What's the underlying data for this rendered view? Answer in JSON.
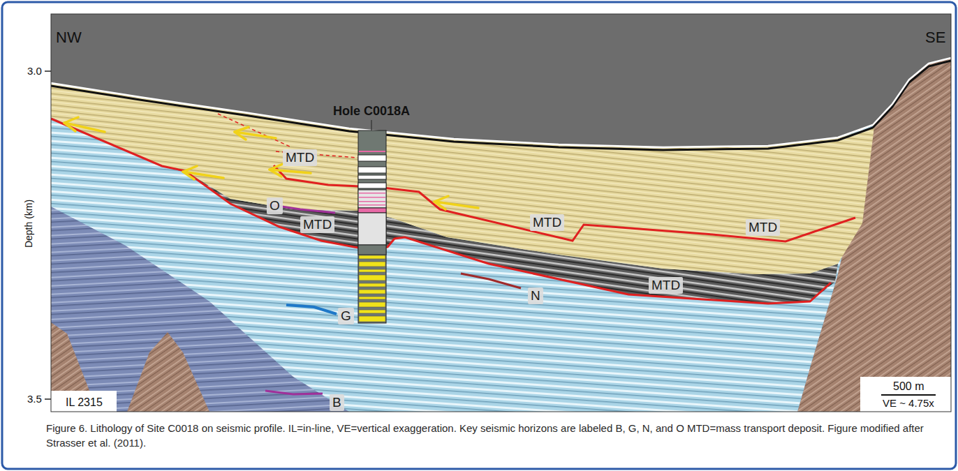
{
  "diagram": {
    "caption": "Figure 6. Lithology of Site C0018 on seismic profile. IL=in-line, VE=vertical exaggeration. Key seismic horizons are labeled B, G, N, and O MTD=mass transport deposit. Figure modified after Strasser et al. (2011).",
    "nodes": [
      {
        "text": [
          "MTD"
        ]
      },
      {
        "text": [
          "O"
        ]
      },
      {
        "text": [
          "MTD"
        ]
      },
      {
        "text": [
          "MTD"
        ]
      },
      {
        "text": [
          "MTD"
        ]
      },
      {
        "text": [
          "MTD"
        ]
      },
      {
        "text": [
          "N"
        ]
      },
      {
        "text": [
          "G"
        ]
      },
      {
        "text": [
          "B"
        ]
      }
    ],
    "labels": [
      "NW",
      "SE",
      "3.0",
      "3.5",
      "Depth (km)",
      "Hole C0018A",
      "IL 2315",
      "500 m",
      "VE ~ 4.75x"
    ]
  }
}
